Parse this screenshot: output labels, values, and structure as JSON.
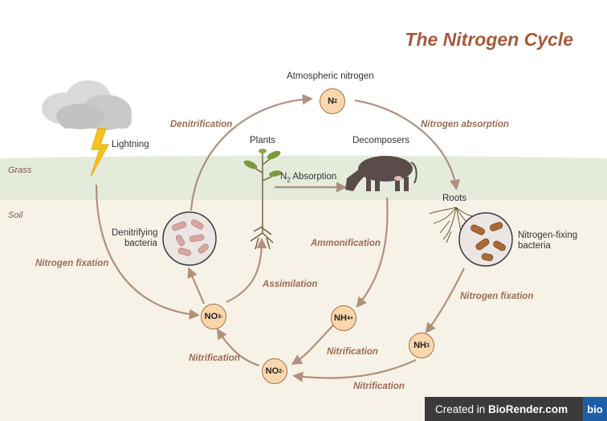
{
  "title": "The Nitrogen Cycle",
  "layers": {
    "grass": "Grass",
    "soil": "Soil"
  },
  "nodes": {
    "n2": {
      "main": "N",
      "sub": "2"
    },
    "no3": {
      "main": "NO",
      "sub": "3",
      "sup": "-"
    },
    "nh4": {
      "main": "NH",
      "sub": "4",
      "sup": "+"
    },
    "no2": {
      "main": "NO",
      "sub": "2",
      "sup": "-"
    },
    "nh3": {
      "main": "NH",
      "sub": "3"
    }
  },
  "labels": {
    "atmospheric_nitrogen": "Atmospheric nitrogen",
    "lightning": "Lightning",
    "plants": "Plants",
    "decomposers": "Decomposers",
    "n2_absorption_prefix": "N",
    "n2_absorption_sub": "2",
    "n2_absorption_suffix": " Absorption",
    "roots": "Roots",
    "denitrifying_line1": "Denitrifying",
    "denitrifying_line2": "bacteria",
    "nfixing_line1": "Nitrogen-fixing",
    "nfixing_line2": "bacteria"
  },
  "processes": {
    "denitrification": "Denitrification",
    "nitrogen_absorption": "Nitrogen absorption",
    "nitrogen_fixation_left": "Nitrogen fixation",
    "nitrogen_fixation_right": "Nitrogen fixation",
    "ammonification": "Ammonification",
    "assimilation": "Assimilation",
    "nitrification_left": "Nitrification",
    "nitrification_mid": "Nitrification",
    "nitrification_bottom": "Nitrification"
  },
  "badge": {
    "prefix": "Created in ",
    "brand": "BioRender.com",
    "logo": "bio"
  },
  "colors": {
    "arrow": "#a5806a",
    "grass": "#e3ead9",
    "soil": "#f6f1e6",
    "node_fill": "#f9d7ac",
    "title": "#a55a3a"
  }
}
